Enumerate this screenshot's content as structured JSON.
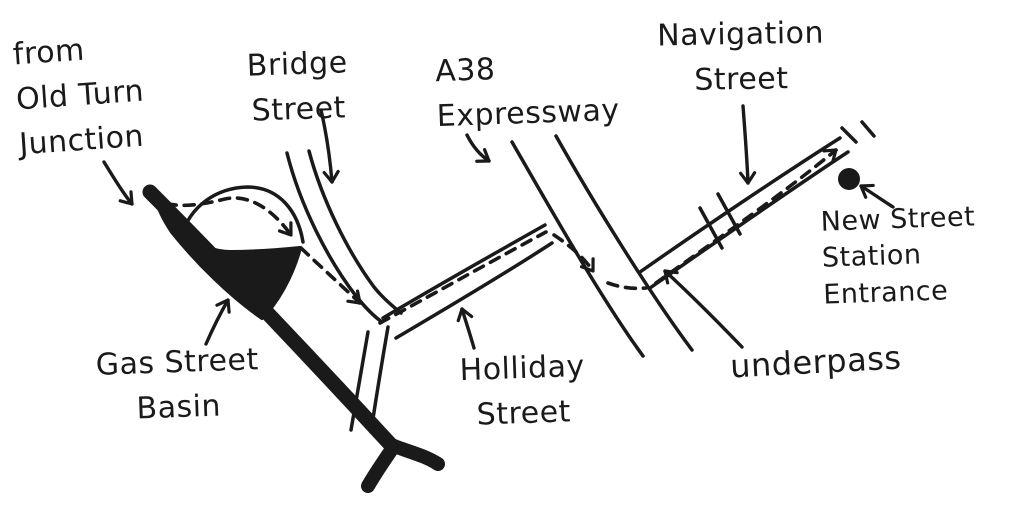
{
  "colors": {
    "ink": "#1a1a1a",
    "paper": "#ffffff"
  },
  "map": {
    "labels": {
      "from_junction": "from\nOld Turn\nJunction",
      "bridge_street": "Bridge\nStreet",
      "a38_expressway": "A38\nExpressway",
      "navigation_street": "Navigation\nStreet",
      "new_street_station": "New Street\nStation\nEntrance",
      "gas_street_basin": "Gas Street\nBasin",
      "holliday_street": "Holliday\nStreet",
      "underpass": "underpass"
    }
  }
}
